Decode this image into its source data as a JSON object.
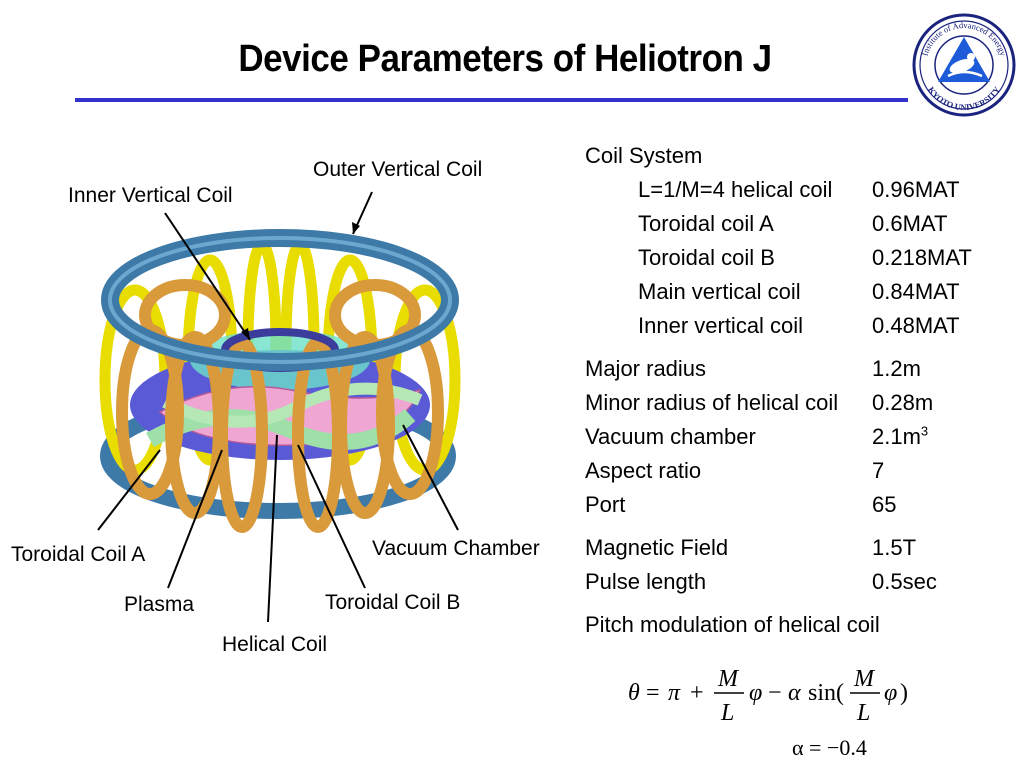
{
  "title": "Device Parameters of Heliotron J",
  "logo": {
    "ring_top": "Institute of Advanced Energy",
    "ring_bottom": "KYOTO UNIVERSITY"
  },
  "diagram_labels": {
    "outer_vertical_coil": "Outer Vertical Coil",
    "inner_vertical_coil": "Inner Vertical Coil",
    "toroidal_coil_a": "Toroidal Coil A",
    "plasma": "Plasma",
    "helical_coil": "Helical Coil",
    "toroidal_coil_b": "Toroidal Coil B",
    "vacuum_chamber": "Vacuum Chamber"
  },
  "coil_system": {
    "heading": "Coil System",
    "items": [
      {
        "label": "L=1/M=4 helical coil",
        "value": "0.96MAT"
      },
      {
        "label": "Toroidal coil A",
        "value": "0.6MAT"
      },
      {
        "label": "Toroidal coil B",
        "value": "0.218MAT"
      },
      {
        "label": "Main vertical coil",
        "value": "0.84MAT"
      },
      {
        "label": "Inner vertical coil",
        "value": "0.48MAT"
      }
    ]
  },
  "geometry": [
    {
      "label": "Major radius",
      "value": "1.2m"
    },
    {
      "label": "Minor radius of helical coil",
      "value": "0.28m"
    },
    {
      "label": "Vacuum chamber",
      "value": "2.1m",
      "sup": "3"
    },
    {
      "label": "Aspect ratio",
      "value": "7"
    },
    {
      "label": "Port",
      "value": "65"
    }
  ],
  "field": [
    {
      "label": "Magnetic Field",
      "value": "1.5T"
    },
    {
      "label": "Pulse length",
      "value": "0.5sec"
    }
  ],
  "pitch": {
    "heading": "Pitch modulation of helical coil",
    "alpha_eq": "α = −0.4"
  },
  "colors": {
    "accent_rule": "#3333cc",
    "outer_ring": "#4a8ab5",
    "toroidal_a": "#d99a3c",
    "toroidal_b": "#f2e600",
    "vacuum_chamber": "#5a5ad6",
    "plasma": "#f0a6d2",
    "helical": "#9ee0a8"
  }
}
